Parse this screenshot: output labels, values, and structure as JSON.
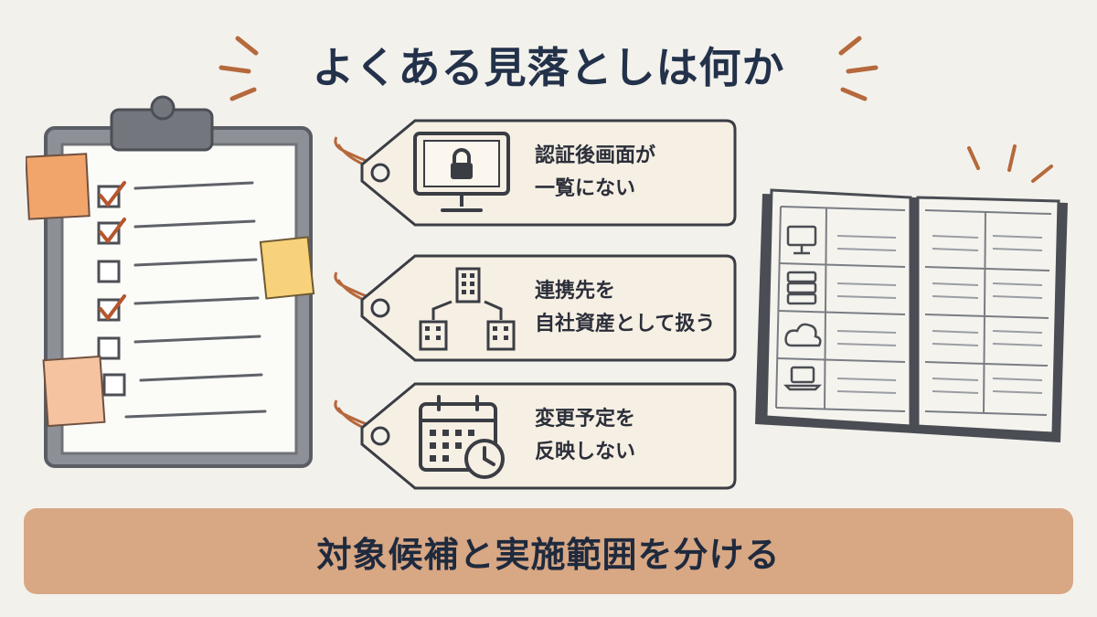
{
  "title": "よくある見落としは何か",
  "tags": [
    {
      "line1": "認証後画面が",
      "line2": "一覧にない",
      "icon": "locked-monitor-icon"
    },
    {
      "line1": "連携先を",
      "line2": "自社資産として扱う",
      "icon": "connected-buildings-icon"
    },
    {
      "line1": "変更予定を",
      "line2": "反映しない",
      "icon": "calendar-clock-icon"
    }
  ],
  "banner": "対象候補と実施範囲を分ける",
  "checklist": {
    "items_total": 7,
    "items_checked": 3
  },
  "book_row_icons": [
    "monitor-icon",
    "server-icon",
    "cloud-icon",
    "laptop-icon"
  ],
  "colors": {
    "accent": "#b5693c",
    "title": "#23324a",
    "banner": "#d8a784",
    "tag_fill": "#f6efe3"
  }
}
